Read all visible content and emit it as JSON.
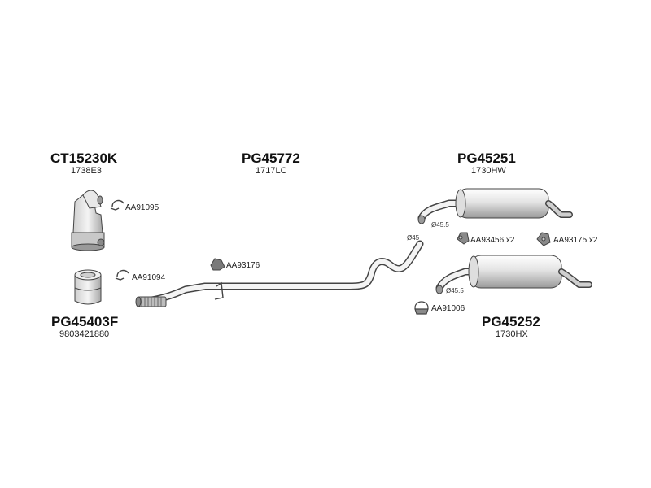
{
  "groups": {
    "catalyst": {
      "part_number": "CT15230K",
      "reference": "1738E3"
    },
    "front_pipe": {
      "part_number": "PG45772",
      "reference": "1717LC"
    },
    "rear_silencer_1": {
      "part_number": "PG45251",
      "reference": "1730HW"
    },
    "particle_filter": {
      "part_number": "PG45403F",
      "reference": "9803421880"
    },
    "rear_silencer_2": {
      "part_number": "PG45252",
      "reference": "1730HX"
    }
  },
  "accessories": {
    "clamp_catalyst": "AA91095",
    "clamp_filter": "AA91094",
    "mount_pipe": "AA93176",
    "mount_rear_left": "AA93456 x2",
    "mount_rear_right": "AA93175 x2",
    "clamp_rear": "AA91006"
  },
  "dimensions": {
    "pipe_diameter": "Ø45",
    "silencer_1_inlet": "Ø45.5",
    "silencer_2_inlet": "Ø45.5"
  },
  "colors": {
    "outline": "#444444",
    "fill_light": "#f2f2f2",
    "fill_mid": "#d6d6d6",
    "fill_dark": "#8a8a8a"
  }
}
